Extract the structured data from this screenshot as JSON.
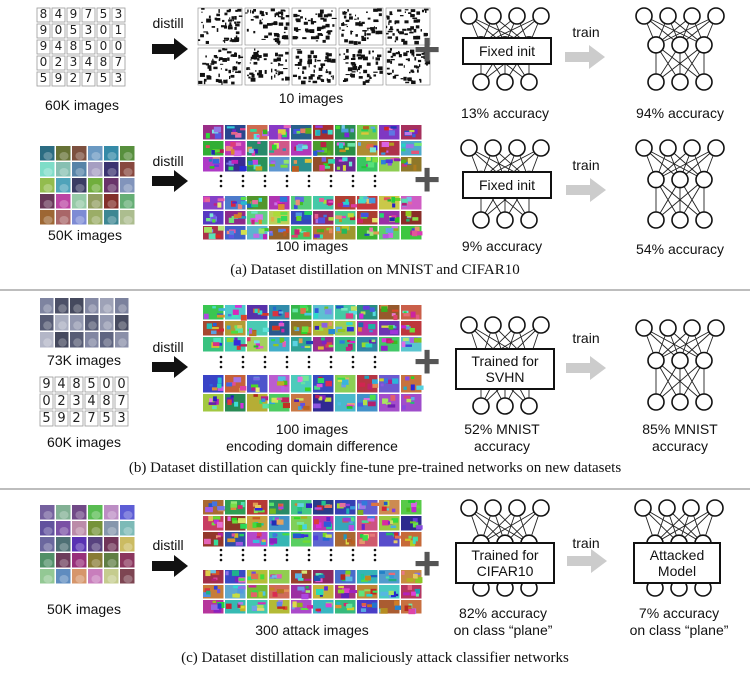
{
  "panels": [
    {
      "rows": [
        {
          "source_label": "60K images",
          "distill_label": "distill",
          "synthetic_label": "10 images",
          "plus": "+",
          "init_box": "Fixed init",
          "before_label": "13% accuracy",
          "train_label": "train",
          "after_label": "94% accuracy"
        },
        {
          "source_label": "50K images",
          "distill_label": "distill",
          "synthetic_label": "100 images",
          "plus": "+",
          "init_box": "Fixed init",
          "before_label": "9% accuracy",
          "train_label": "train",
          "after_label": "54% accuracy"
        }
      ],
      "caption": "(a) Dataset distillation on MNIST and CIFAR10"
    },
    {
      "source_label_top": "73K images",
      "source_label_bottom": "60K images",
      "distill_label": "distill",
      "synthetic_label_1": "100 images",
      "synthetic_label_2": "encoding domain difference",
      "plus": "+",
      "init_box_1": "Trained for",
      "init_box_2": "SVHN",
      "before_label_1": "52% MNIST",
      "before_label_2": "accuracy",
      "train_label": "train",
      "after_label_1": "85% MNIST",
      "after_label_2": "accuracy",
      "caption": "(b) Dataset distillation can quickly fine-tune pre-trained networks on new datasets"
    },
    {
      "source_label": "50K images",
      "distill_label": "distill",
      "synthetic_label": "300 attack images",
      "plus": "+",
      "init_box_1": "Trained for",
      "init_box_2": "CIFAR10",
      "before_label_1": "82% accuracy",
      "before_label_2": "on class “plane”",
      "train_label": "train",
      "after_box_1": "Attacked",
      "after_box_2": "Model",
      "after_label_1": "7% accuracy",
      "after_label_2": "on class “plane”",
      "caption": "(c) Dataset distillation can maliciously attack classifier networks"
    }
  ],
  "mnist_digits": [
    "8",
    "4",
    "9",
    "7",
    "5",
    "3",
    "9",
    "0",
    "5",
    "3",
    "0",
    "1",
    "9",
    "4",
    "8",
    "5",
    "0",
    "0",
    "0",
    "2",
    "3",
    "4",
    "8",
    "7",
    "5",
    "9",
    "2",
    "7",
    "5",
    "3"
  ],
  "colors": {
    "arrow_dark": "#111111",
    "arrow_light": "#cccccc",
    "plus": "#555555",
    "divider": "#bdbdbd"
  }
}
